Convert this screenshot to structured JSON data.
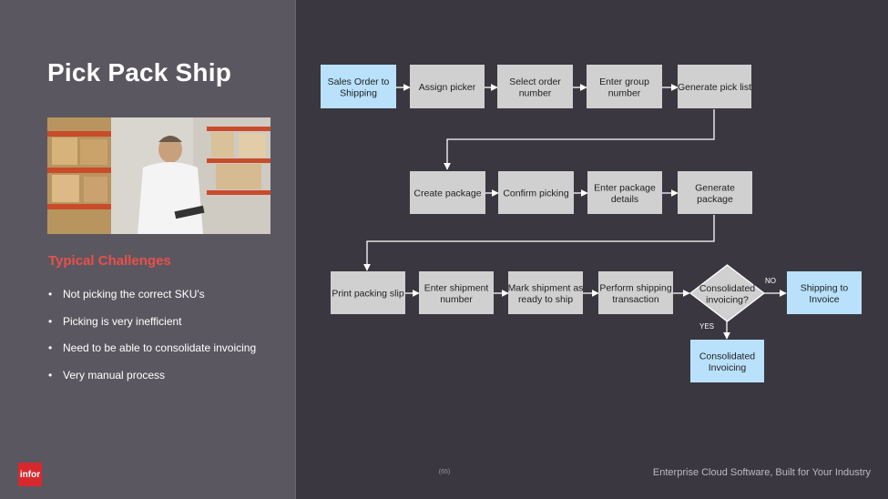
{
  "slide": {
    "title": "Pick Pack Ship",
    "challenges_title": "Typical Challenges",
    "challenges": [
      "Not picking the correct SKU's",
      "Picking is very inefficient",
      "Need to be able to consolidate invoicing",
      "Very manual process"
    ],
    "logo_text": "infor",
    "page_number": "(65)",
    "footer": "Enterprise Cloud Software, Built for Your Industry"
  },
  "flowchart": {
    "steps": [
      [
        "Sales Order to",
        "Shipping"
      ],
      [
        "Assign picker"
      ],
      [
        "Select order",
        "number"
      ],
      [
        "Enter group",
        "number"
      ],
      [
        "Generate pick list"
      ],
      [
        "Create package"
      ],
      [
        "Confirm picking"
      ],
      [
        "Enter package",
        "details"
      ],
      [
        "Generate",
        "package"
      ],
      [
        "Print packing slip"
      ],
      [
        "Enter shipment",
        "number"
      ],
      [
        "Mark shipment as",
        "ready to ship"
      ],
      [
        "Perform shipping",
        "transaction"
      ],
      [
        "Consolidated",
        "invoicing?"
      ],
      [
        "Shipping to",
        "Invoice"
      ],
      [
        "Consolidated",
        "Invoicing"
      ]
    ],
    "branch_no": "NO",
    "branch_yes": "YES"
  },
  "colors": {
    "process_fill": "#d0d0d0",
    "endpoint_fill": "#b9e1fb",
    "connector": "#ffffff",
    "accent_red": "#e8504b"
  }
}
